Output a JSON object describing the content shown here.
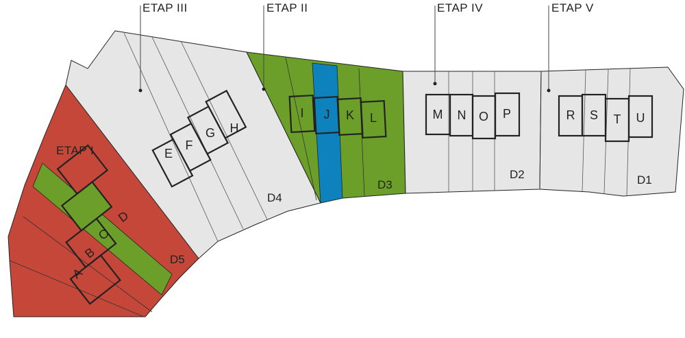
{
  "colors": {
    "grey": "#e6e6e6",
    "red": "#c4473a",
    "green": "#6b9f2a",
    "blue": "#0e82bc",
    "outline": "#222222"
  },
  "stages": [
    {
      "key": "etap_iii",
      "label": "ETAP III"
    },
    {
      "key": "etap_ii",
      "label": "ETAP II"
    },
    {
      "key": "etap_iv",
      "label": "ETAP IV"
    },
    {
      "key": "etap_v",
      "label": "ETAP V"
    },
    {
      "key": "etap_i",
      "label": "ETAP I"
    }
  ],
  "zones": {
    "d1": "D1",
    "d2": "D2",
    "d3": "D3",
    "d4": "D4",
    "d5": "D5"
  },
  "plots": {
    "a": "A",
    "b": "B",
    "c": "C",
    "d": "D",
    "e": "E",
    "f": "F",
    "g": "G",
    "h": "H",
    "i": "I",
    "j": "J",
    "k": "K",
    "l": "L",
    "m": "M",
    "n": "N",
    "o": "O",
    "p": "P",
    "r": "R",
    "s": "S",
    "t": "T",
    "u": "U"
  }
}
